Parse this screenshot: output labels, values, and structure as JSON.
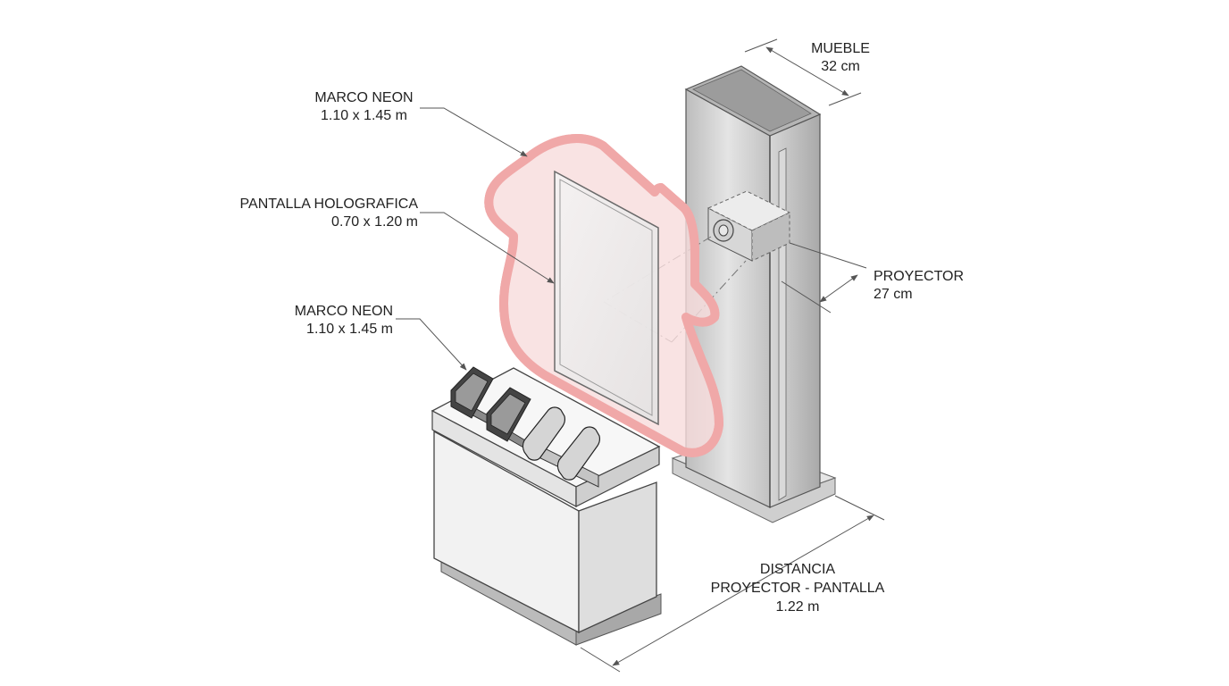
{
  "labels": {
    "mueble": {
      "title": "MUEBLE",
      "value": "32 cm"
    },
    "marco_neon_top": {
      "title": "MARCO NEON",
      "value": "1.10 x 1.45 m"
    },
    "pantalla": {
      "title": "PANTALLA HOLOGRAFICA",
      "value": "0.70 x 1.20 m"
    },
    "marco_neon_bottom": {
      "title": "MARCO NEON",
      "value": "1.10 x 1.45 m"
    },
    "proyector": {
      "title": "PROYECTOR",
      "value": "27 cm"
    },
    "distancia": {
      "line1": "DISTANCIA",
      "line2": "PROYECTOR - PANTALLA",
      "value": "1.22 m"
    }
  },
  "colors": {
    "neon": "#d81f26",
    "neon_glow": "#f7c9c9",
    "metal": "#c9c9c9",
    "line": "#555555"
  }
}
